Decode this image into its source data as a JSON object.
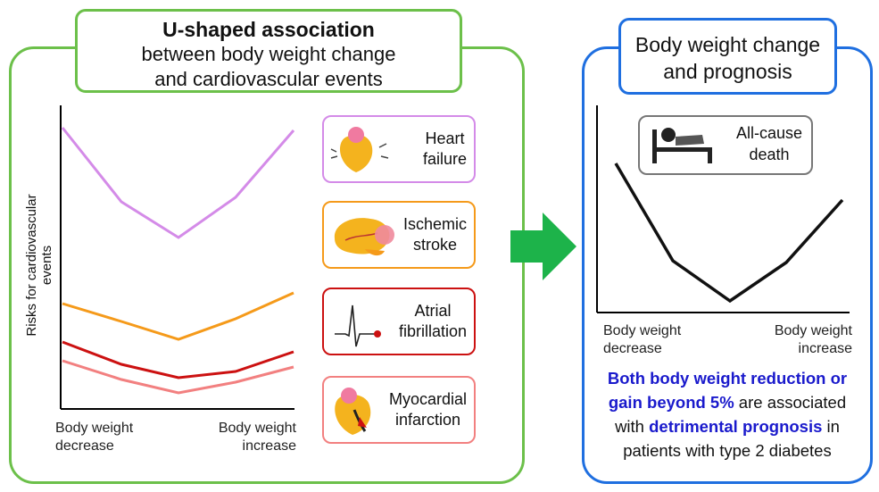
{
  "left_panel": {
    "title_bold": "U-shaped association",
    "title_line2": "between body weight change",
    "title_line3": "and cardiovascular events",
    "y_axis_label": "Risks for cardiovascular events",
    "x_left_label_1": "Body weight",
    "x_left_label_2": "decrease",
    "x_right_label_1": "Body weight",
    "x_right_label_2": "increase",
    "legend": [
      {
        "label_1": "Heart",
        "label_2": "failure",
        "color": "#d48be8",
        "icon": "heart-failure-icon"
      },
      {
        "label_1": "Ischemic",
        "label_2": "stroke",
        "color": "#f59a1a",
        "icon": "brain-icon"
      },
      {
        "label_1": "Atrial",
        "label_2": "fibrillation",
        "color": "#cc1111",
        "icon": "ecg-icon"
      },
      {
        "label_1": "Myocardial",
        "label_2": "infarction",
        "color": "#f28080",
        "icon": "heart-infarction-icon"
      }
    ]
  },
  "arrow": {
    "color": "#1db34a",
    "icon": "right-arrow-icon"
  },
  "right_panel": {
    "title_line1": "Body weight change",
    "title_line2": "and prognosis",
    "event_label_1": "All-cause",
    "event_label_2": "death",
    "event_icon": "patient-bed-icon",
    "x_left_label_1": "Body weight",
    "x_left_label_2": "decrease",
    "x_right_label_1": "Body weight",
    "x_right_label_2": "increase",
    "conclusion_bold_1": "Both body weight reduction or",
    "conclusion_bold_2": "gain beyond 5%",
    "conclusion_text_1": " are associated",
    "conclusion_text_2": "with ",
    "conclusion_bold_3": "detrimental prognosis",
    "conclusion_text_3": " in",
    "conclusion_text_4": "patients with type 2 diabetes"
  },
  "colors": {
    "green": "#6cc04a",
    "blue": "#1f6fe0"
  }
}
